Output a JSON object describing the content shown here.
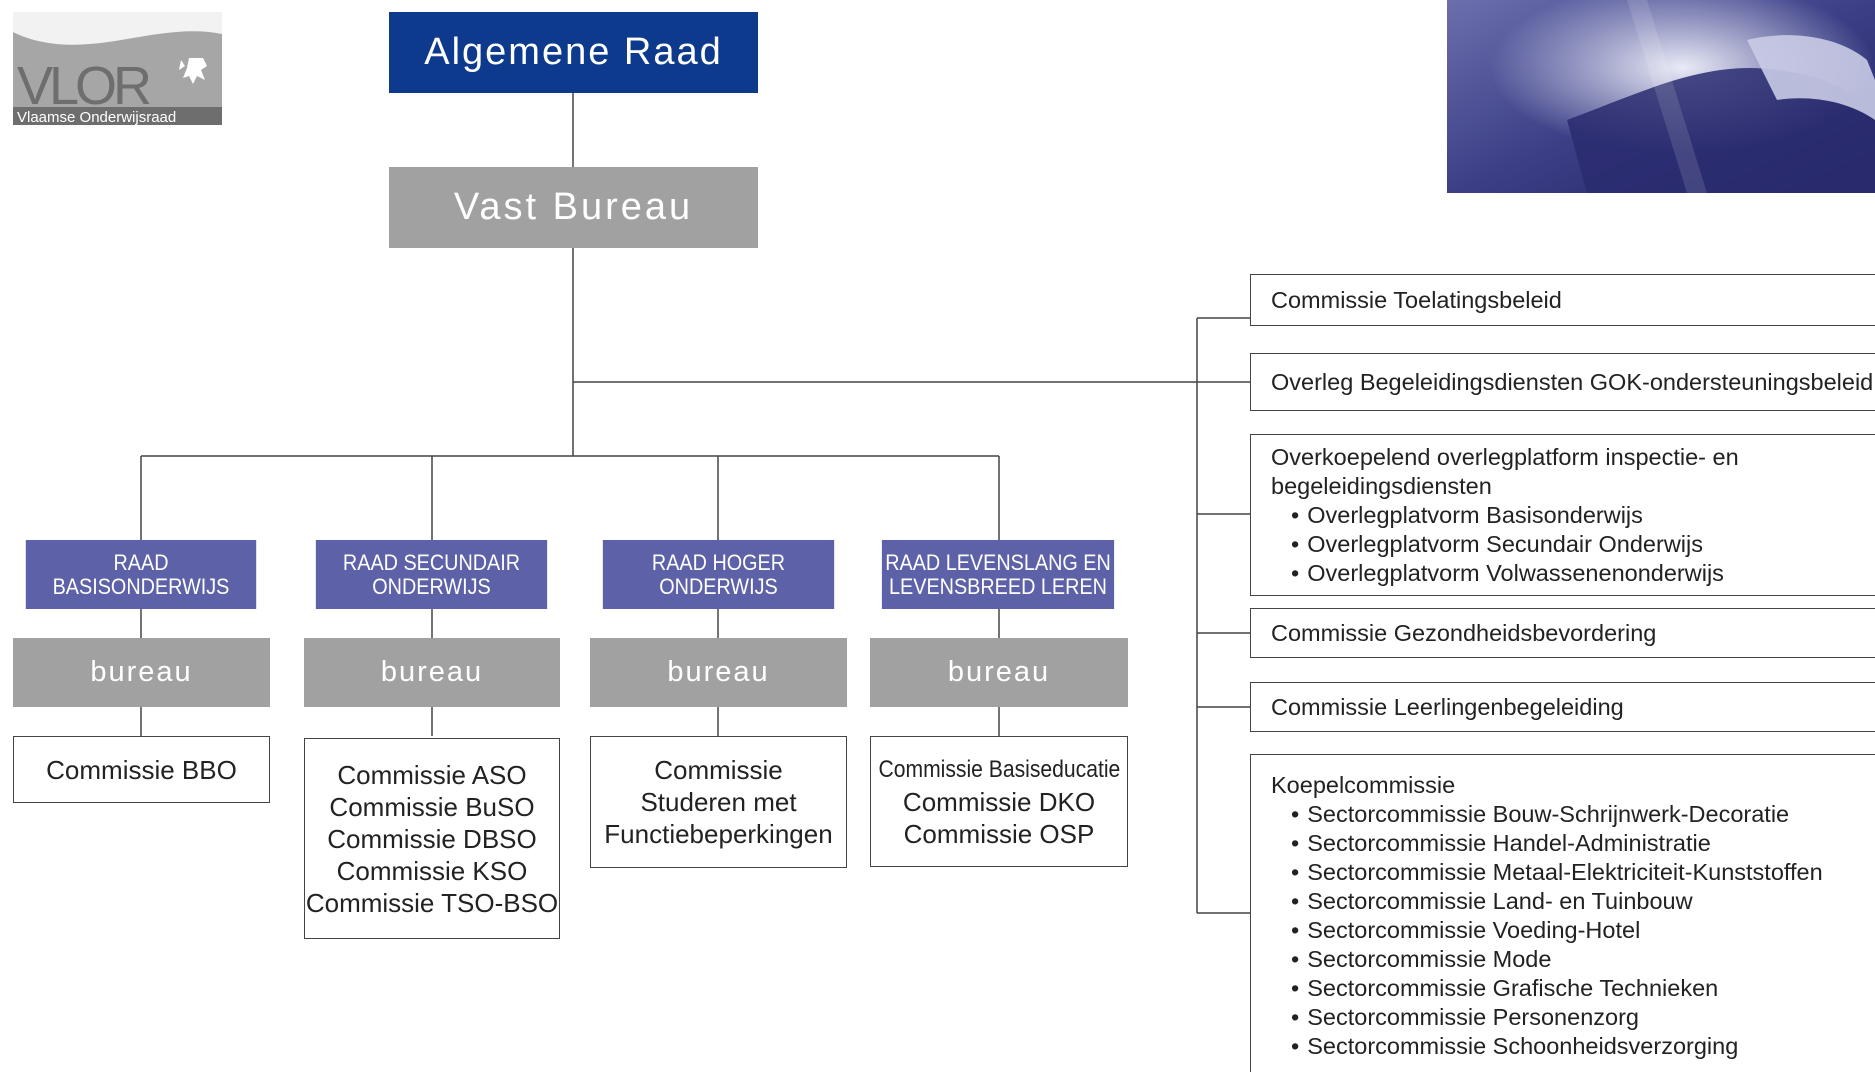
{
  "logo": {
    "text": "VLOR",
    "subtext": "Vlaamse Onderwijsraad"
  },
  "top": {
    "council": "Algemene Raad",
    "bureau": "Vast Bureau"
  },
  "councils": [
    {
      "lines": [
        "RAAD BASISONDERWIJS"
      ],
      "bureau": "bureau",
      "commissions": [
        "Commissie BBO"
      ]
    },
    {
      "lines": [
        "RAAD SECUNDAIR",
        "ONDERWIJS"
      ],
      "bureau": "bureau",
      "commissions": [
        "Commissie ASO",
        "Commissie BuSO",
        "Commissie DBSO",
        "Commissie KSO",
        "Commissie TSO-BSO"
      ]
    },
    {
      "lines": [
        "RAAD HOGER",
        "ONDERWIJS"
      ],
      "bureau": "bureau",
      "commissions": [
        "Commissie",
        "Studeren met",
        "Functiebeperkingen"
      ]
    },
    {
      "lines": [
        "RAAD LEVENSLANG EN",
        "LEVENSBREED LEREN"
      ],
      "bureau": "bureau",
      "commissions": [
        "Commissie Basiseducatie",
        "Commissie DKO",
        "Commissie OSP"
      ]
    }
  ],
  "side": [
    {
      "title": "Commissie Toelatingsbeleid"
    },
    {
      "title": "Overleg Begeleidingsdiensten GOK-ondersteuningsbeleid"
    },
    {
      "title_lines": [
        "Overkoepelend overlegplatform inspectie- en",
        "begeleidingsdiensten"
      ],
      "items": [
        "Overlegplatvorm Basisonderwijs",
        "Overlegplatvorm Secundair Onderwijs",
        "Overlegplatvorm Volwassenenonderwijs"
      ]
    },
    {
      "title": "Commissie Gezondheidsbevordering"
    },
    {
      "title": "Commissie Leerlingenbegeleiding"
    },
    {
      "title": "Koepelcommissie",
      "items": [
        "Sectorcommissie Bouw-Schrijnwerk-Decoratie",
        "Sectorcommissie Handel-Administratie",
        "Sectorcommissie Metaal-Elektriciteit-Kunststoffen",
        "Sectorcommissie Land- en Tuinbouw",
        "Sectorcommissie Voeding-Hotel",
        "Sectorcommissie Mode",
        "Sectorcommissie Grafische Technieken",
        "Sectorcommissie Personenzorg",
        "Sectorcommissie Schoonheidsverzorging"
      ]
    }
  ],
  "colors": {
    "top_council": "#0d3a8c",
    "council": "#5d61a8",
    "bureau": "#a1a1a1",
    "line": "#444444"
  }
}
